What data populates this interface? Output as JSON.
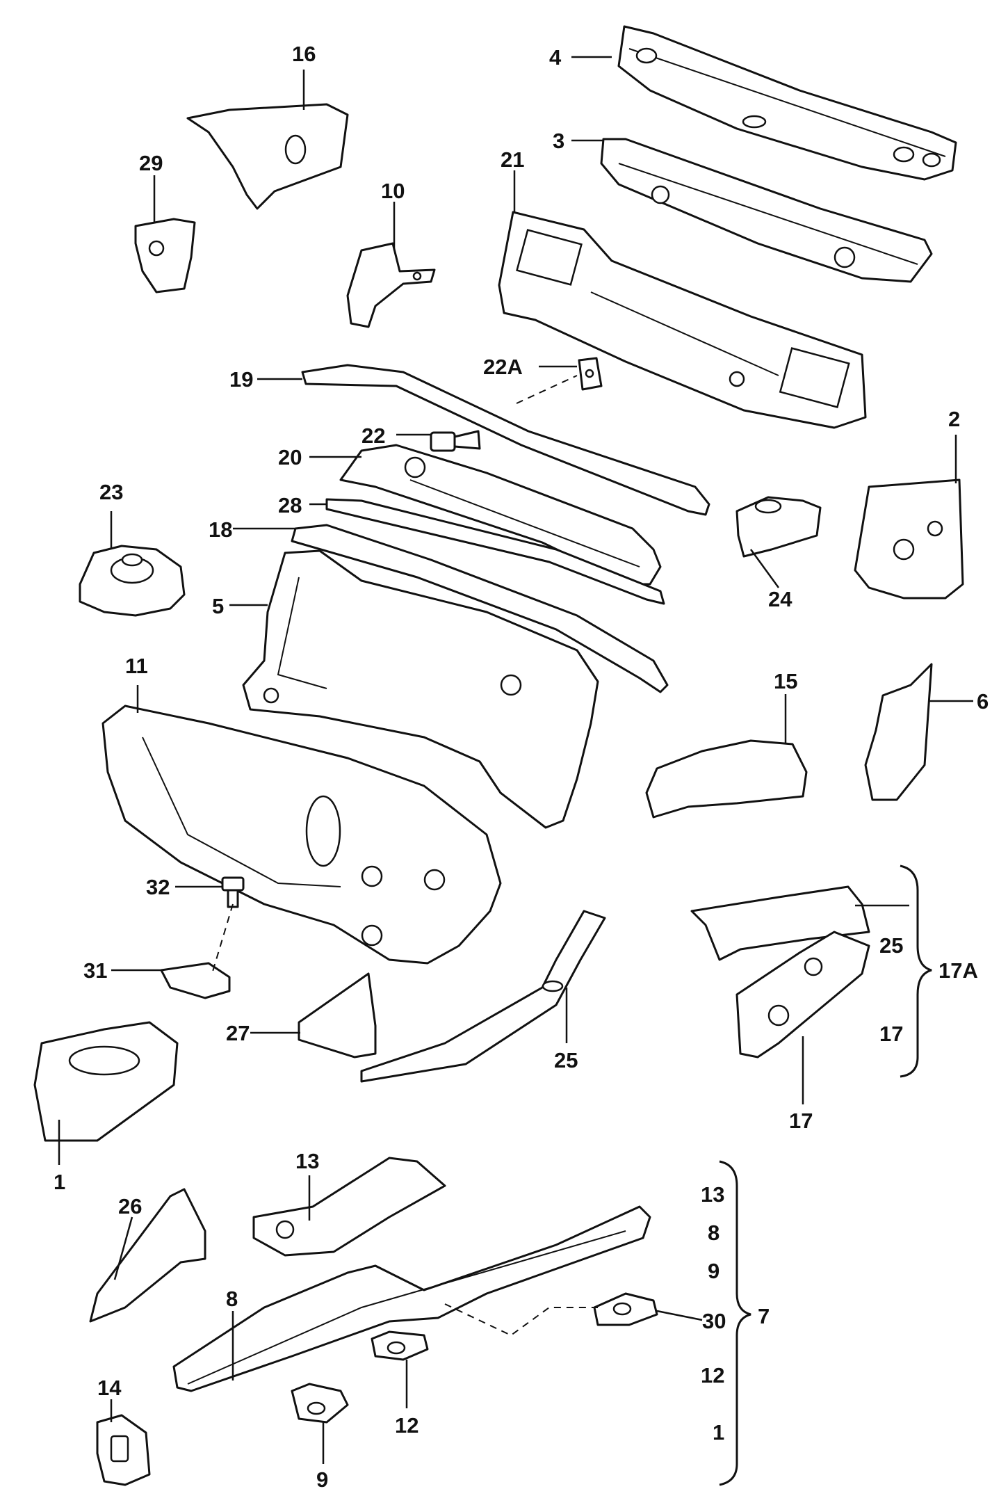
{
  "callouts": {
    "c1": "1",
    "c2": "2",
    "c3": "3",
    "c4": "4",
    "c5": "5",
    "c6": "6",
    "c7": "7",
    "c8": "8",
    "c9": "9",
    "c10": "10",
    "c11": "11",
    "c12": "12",
    "c13": "13",
    "c14": "14",
    "c15": "15",
    "c16": "16",
    "c17": "17",
    "c17a": "17A",
    "c18": "18",
    "c19": "19",
    "c20": "20",
    "c21": "21",
    "c22": "22",
    "c22a": "22A",
    "c23": "23",
    "c24": "24",
    "c25": "25",
    "c26": "26",
    "c27": "27",
    "c28": "28",
    "c29": "29",
    "c30": "30",
    "c31": "31",
    "c32": "32"
  },
  "group_17a": {
    "label": "17A",
    "members": [
      "25",
      "17"
    ]
  },
  "group_7": {
    "label": "7",
    "members": [
      "13",
      "8",
      "9",
      "30",
      "12",
      "1"
    ]
  }
}
